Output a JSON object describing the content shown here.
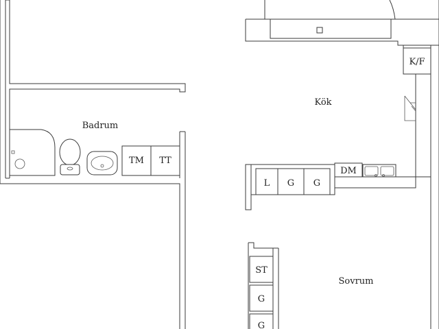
{
  "rooms": {
    "badrum": "Badrum",
    "kok": "Kök",
    "sovrum": "Sovrum"
  },
  "fixtures": {
    "tm": "TM",
    "tt": "TT",
    "kf": "K/F",
    "dm": "DM",
    "l": "L",
    "g1": "G",
    "g2": "G",
    "st": "ST",
    "g3": "G",
    "g4": "G"
  },
  "icons": [
    "shower-icon",
    "toilet-icon",
    "sink-icon",
    "kitchen-sink-icon",
    "stove-icon"
  ]
}
